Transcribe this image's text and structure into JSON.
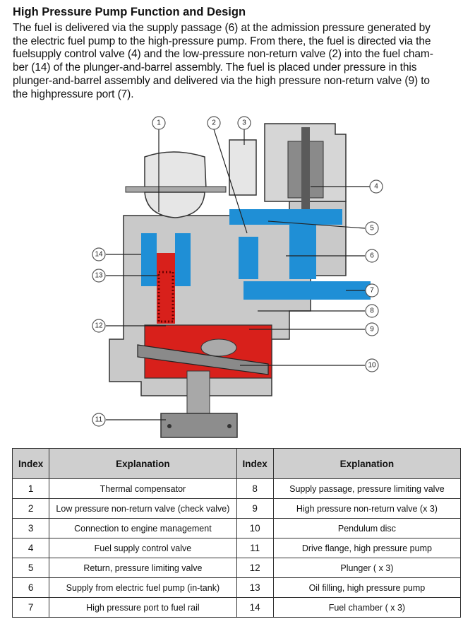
{
  "heading": "High Pressure Pump Function and Design",
  "intro_lines": [
    "The fuel is delivered via the supply passage (6) at the admission pressure generated by",
    "the electric fuel pump to the high-pressure pump.  From there, the fuel is directed via the",
    "fuelsupply control valve (4) and the low-pressure non-return valve (2) into the fuel cham-",
    "ber (14) of the plunger-and-barrel assembly.  The fuel is placed under pressure in this",
    "plunger-and-barrel assembly and delivered via the high pressure non-return valve (9) to",
    "the highpressure port (7)."
  ],
  "callouts": [
    "1",
    "2",
    "3",
    "4",
    "5",
    "6",
    "7",
    "8",
    "9",
    "10",
    "11",
    "12",
    "13",
    "14"
  ],
  "table": {
    "headers": [
      "Index",
      "Explanation",
      "Index",
      "Explanation"
    ],
    "rows": [
      [
        "1",
        "Thermal compensator",
        "8",
        "Supply passage, pressure limiting valve"
      ],
      [
        "2",
        "Low pressure non-return valve (check valve)",
        "9",
        "High pressure non-return valve (x 3)"
      ],
      [
        "3",
        "Connection to engine management",
        "10",
        "Pendulum disc"
      ],
      [
        "4",
        "Fuel supply control valve",
        "11",
        "Drive flange, high pressure pump"
      ],
      [
        "5",
        "Return, pressure limiting valve",
        "12",
        "Plunger ( x 3)"
      ],
      [
        "6",
        "Supply from electric fuel pump (in-tank)",
        "13",
        "Oil filling, high pressure pump"
      ],
      [
        "7",
        "High pressure port to fuel rail",
        "14",
        "Fuel chamber ( x 3)"
      ]
    ]
  },
  "colors": {
    "fuel_low": "#1f8fd6",
    "fuel_high": "#d8201b",
    "housing": "#c9c9c9"
  }
}
